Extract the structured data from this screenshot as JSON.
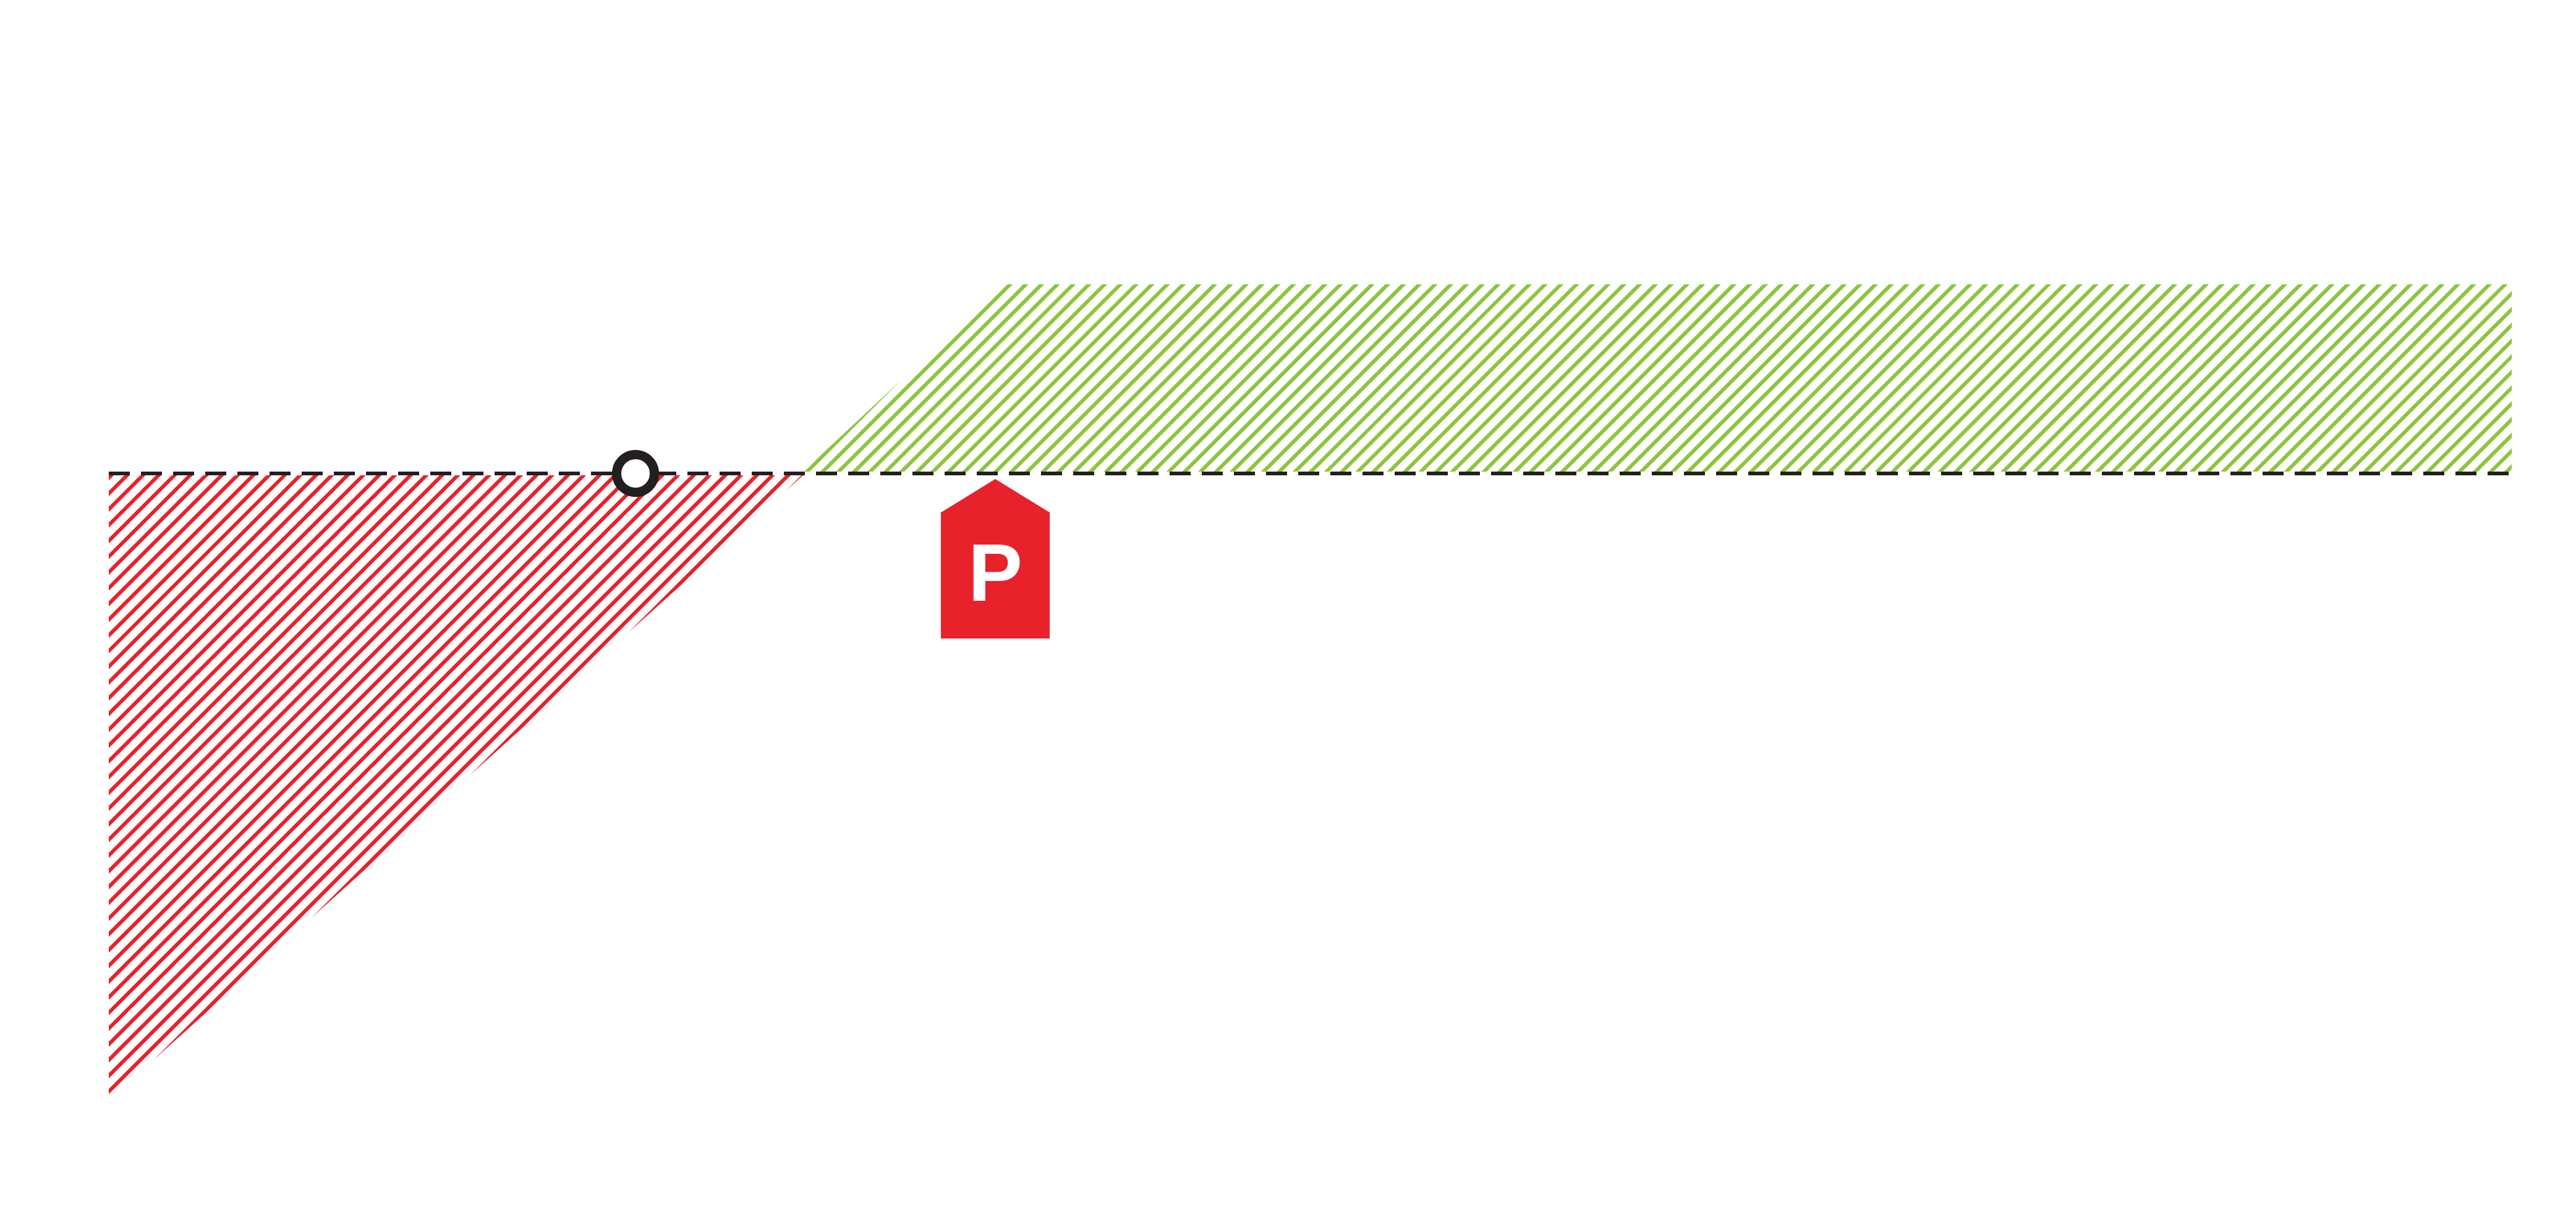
{
  "figure": {
    "title": "",
    "background": "#ffffff",
    "baseline": {
      "style": "dashed",
      "color": "#231f20",
      "value": 0
    },
    "loss_region": {
      "name": "loss",
      "color": "#e8222a",
      "pattern": "diagonal-hatch"
    },
    "profit_region": {
      "name": "profit",
      "color": "#8cc540",
      "pattern": "diagonal-hatch"
    },
    "point_marker": {
      "shape": "open-circle",
      "stroke": "#231f20",
      "fill": "#ffffff"
    },
    "price_tag": {
      "label": "P",
      "fill": "#e8222a",
      "text_color": "#ffffff"
    }
  },
  "chart_data": {
    "type": "area",
    "title": "",
    "xlabel": "",
    "ylabel": "",
    "grid": false,
    "legend": false,
    "baseline_value": 0,
    "payoff_line": {
      "x_frac": [
        0.0,
        0.289,
        0.373,
        1.0
      ],
      "profit_units": [
        -3.34,
        0,
        1.0,
        1.0
      ],
      "note": "loss grows linearly left of breakeven; profit rises then caps flat to the right"
    },
    "regions": [
      {
        "name": "loss",
        "sign": "negative",
        "fill": "diagonal-hatch",
        "color": "#e8222a",
        "x_frac_range": [
          0.0,
          0.289
        ],
        "position": "below-baseline"
      },
      {
        "name": "profit",
        "sign": "positive",
        "fill": "diagonal-hatch",
        "color": "#8cc540",
        "x_frac_range": [
          0.289,
          1.0
        ],
        "position": "above-baseline",
        "max_profit_capped": true,
        "cap_starts_x_frac": 0.373
      }
    ],
    "annotations": [
      {
        "type": "point",
        "style": "open-circle",
        "x_frac": 0.219,
        "at": "baseline"
      },
      {
        "type": "tag",
        "label": "P",
        "x_frac": 0.369,
        "position": "below-baseline",
        "color": "#e8222a"
      }
    ]
  }
}
